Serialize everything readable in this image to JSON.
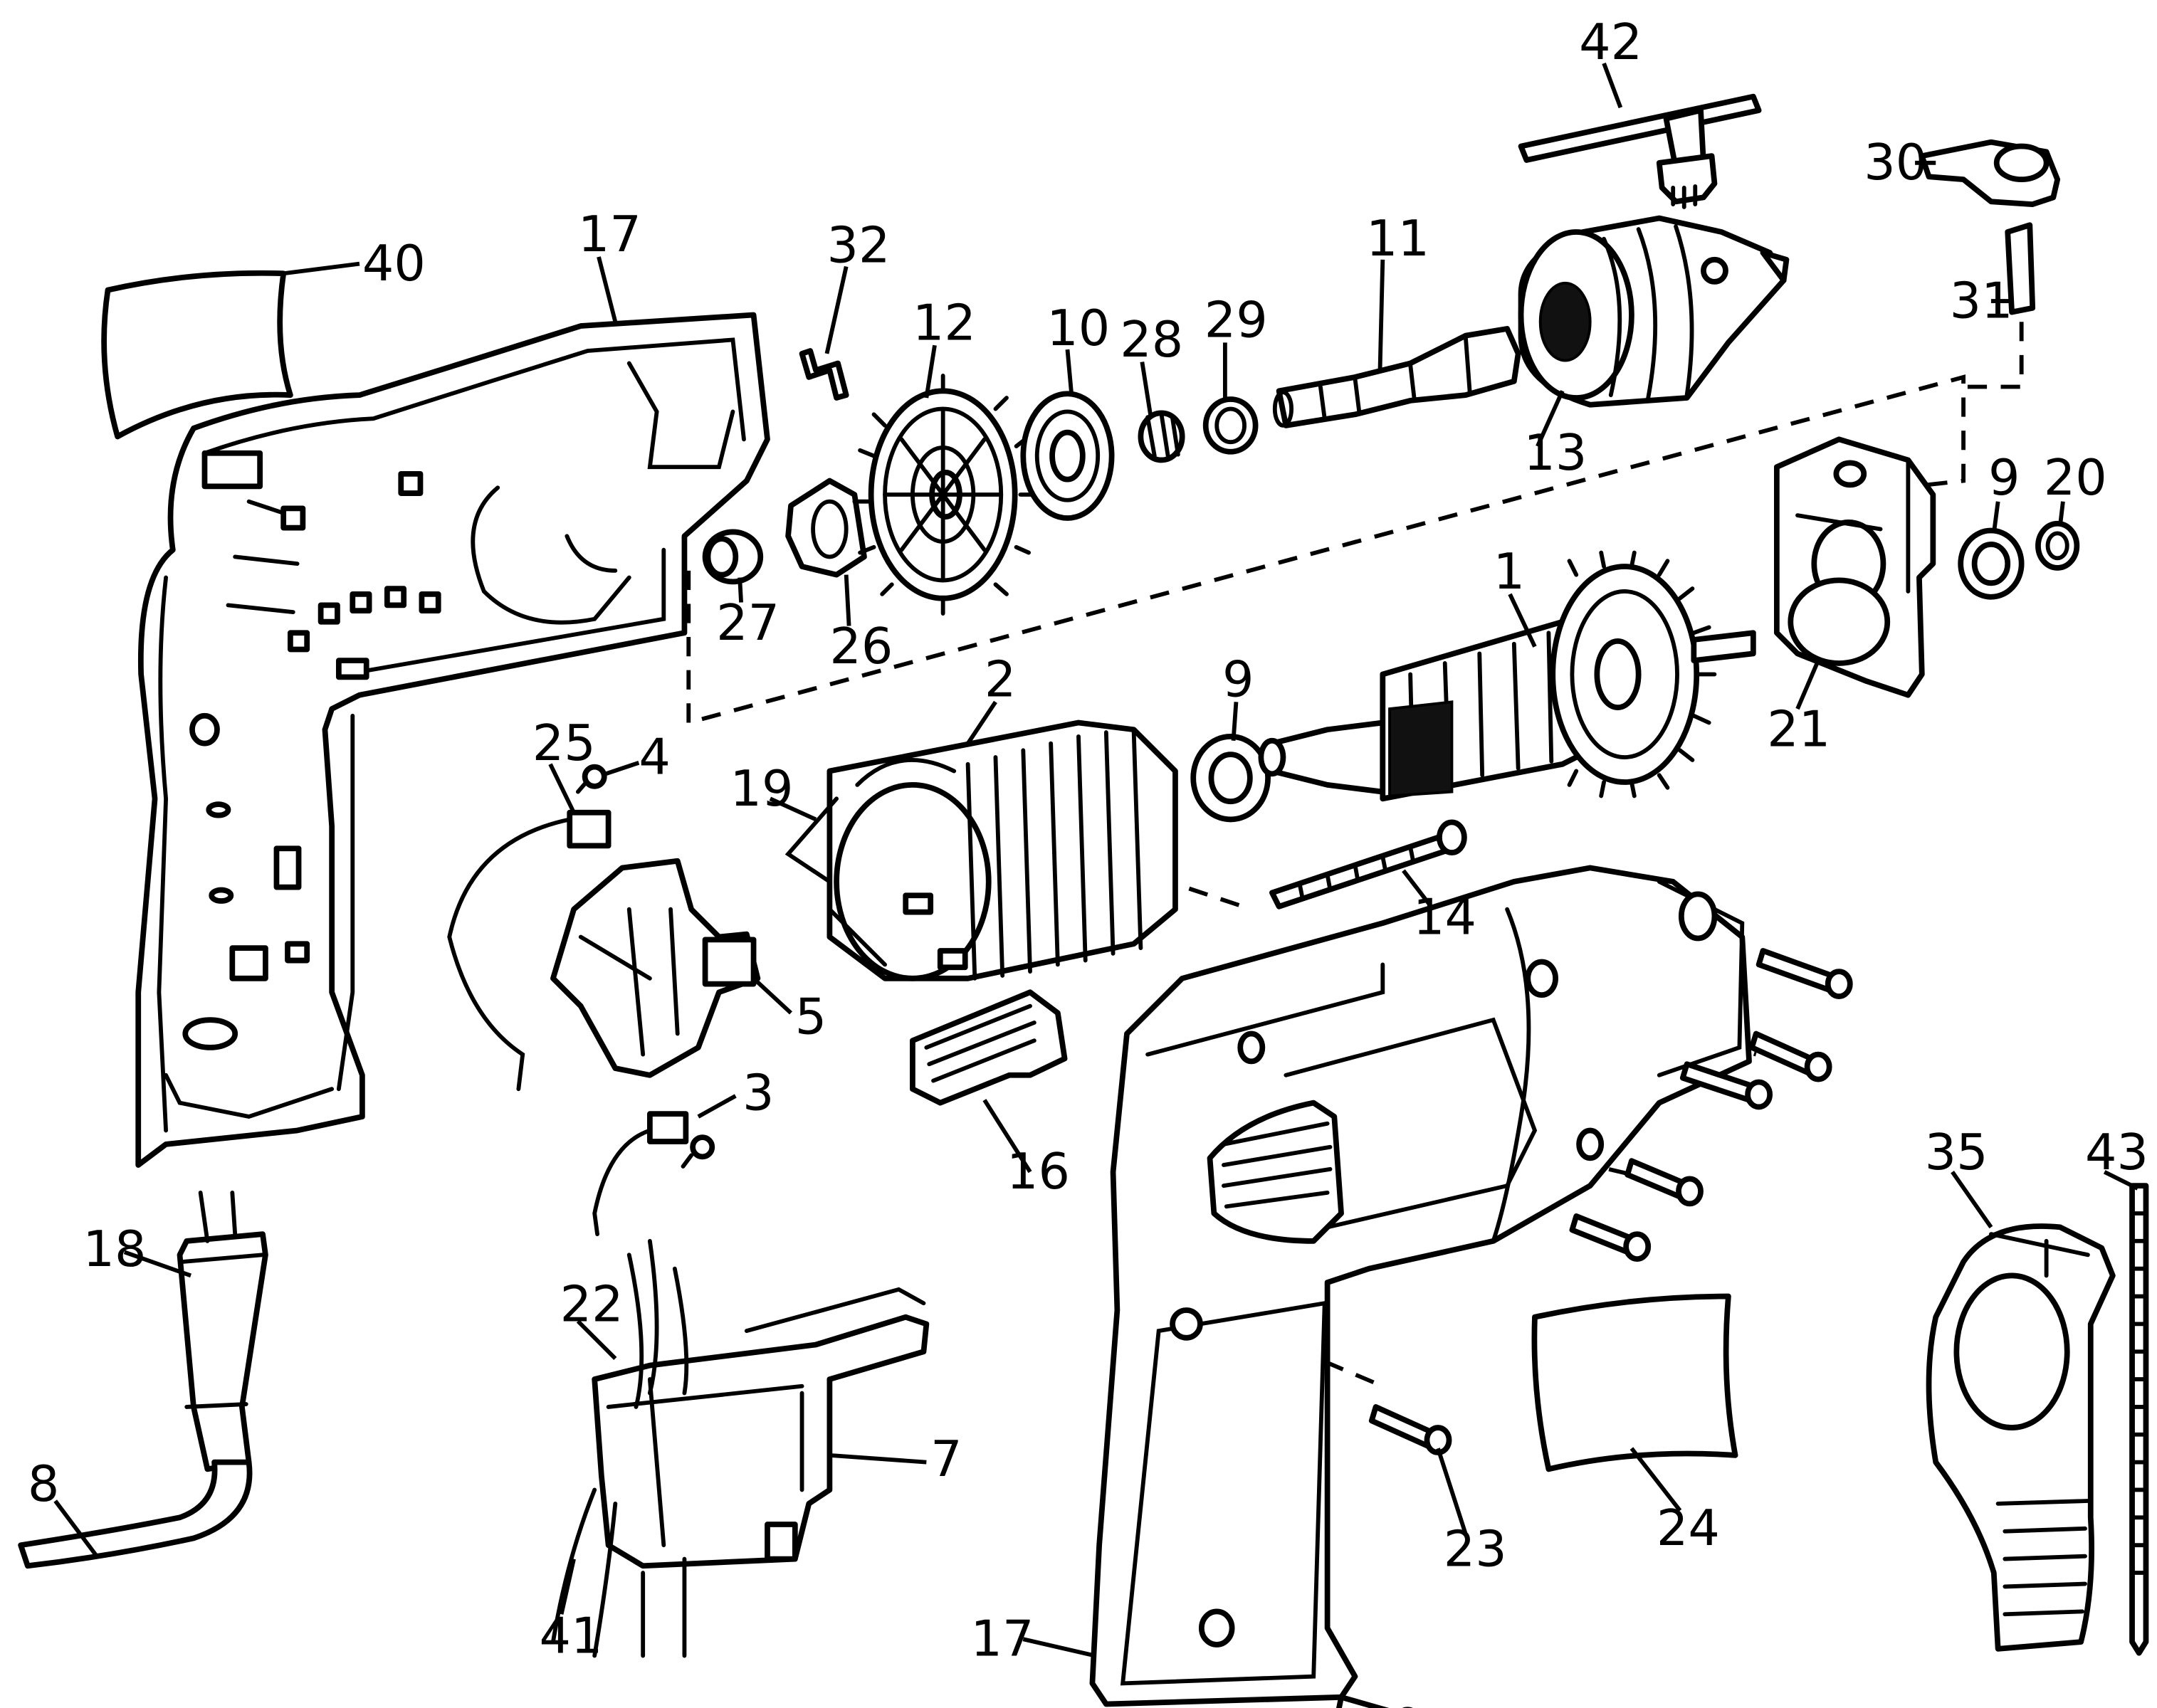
{
  "diagram": {
    "callouts": {
      "c1": "1",
      "c2": "2",
      "c3": "3",
      "c4": "4",
      "c5": "5",
      "c7": "7",
      "c8": "8",
      "c9a": "9",
      "c9b": "9",
      "c10": "10",
      "c11": "11",
      "c12": "12",
      "c13": "13",
      "c14": "14",
      "c16": "16",
      "c17a": "17",
      "c17b": "17",
      "c18": "18",
      "c19": "19",
      "c20": "20",
      "c21": "21",
      "c22": "22",
      "c23": "23",
      "c24": "24",
      "c25": "25",
      "c26": "26",
      "c27": "27",
      "c28": "28",
      "c29": "29",
      "c30": "30",
      "c31": "31",
      "c32": "32",
      "c35": "35",
      "c40": "40",
      "c41": "41",
      "c42": "42",
      "c43": "43"
    }
  }
}
